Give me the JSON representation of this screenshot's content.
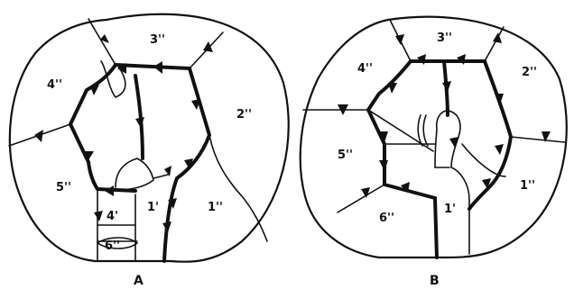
{
  "figure": {
    "panel_a": {
      "caption": "A",
      "labels": {
        "r1": "1''",
        "r2": "2''",
        "r3": "3''",
        "r4": "4''",
        "r5": "5''",
        "r6": "6''",
        "c1": "1'",
        "c4": "4'"
      }
    },
    "panel_b": {
      "caption": "B",
      "labels": {
        "r1": "1''",
        "r2": "2''",
        "r3": "3''",
        "r4": "4''",
        "r5": "5''",
        "r6": "6''",
        "c1": "1'"
      }
    }
  }
}
